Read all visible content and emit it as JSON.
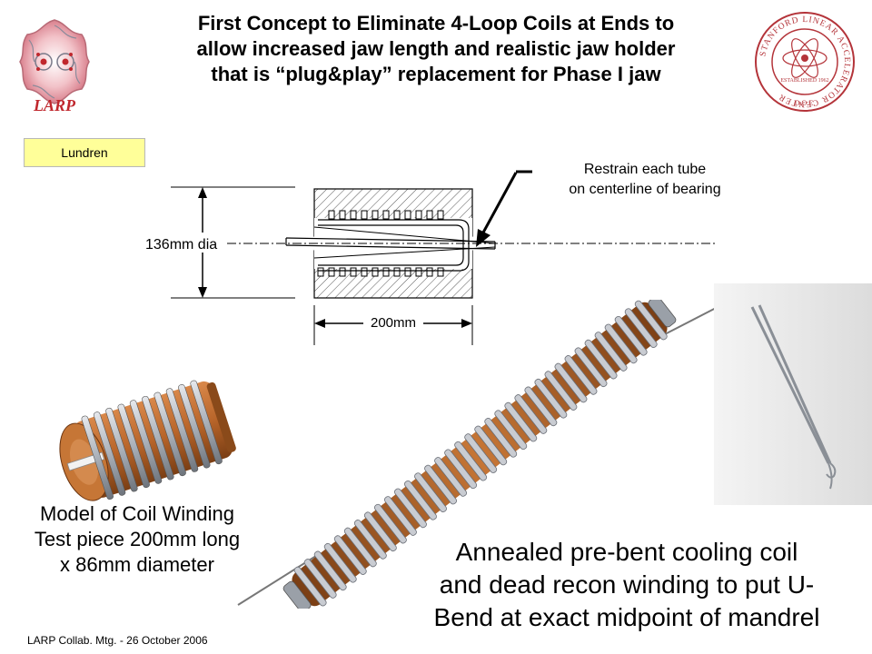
{
  "title": {
    "line1": "First Concept to Eliminate 4-Loop Coils at Ends to",
    "line2": "allow increased jaw length and realistic jaw holder",
    "line3": "that is “plug&play” replacement for Phase I jaw"
  },
  "logo_left": {
    "text": "LARP",
    "icon": "larp-logo"
  },
  "logo_right": {
    "text": "STANFORD LINEAR ACCELERATOR CENTER",
    "established": "ESTABLISHED 1962",
    "doe": "D.O.E.",
    "icon": "slac-seal"
  },
  "author_tag": "Lundren",
  "diagram": {
    "restrain_line1": "Restrain each tube",
    "restrain_line2": "on centerline of bearing",
    "diameter_label": "136mm dia",
    "length_label": "200mm"
  },
  "caption_left": {
    "line1": "Model of Coil Winding",
    "line2": "Test piece 200mm long",
    "line3": "x 86mm diameter"
  },
  "caption_right": {
    "line1": "Annealed pre-bent cooling coil",
    "line2": "and dead recon winding to put U-",
    "line3": "Bend at exact midpoint of mandrel"
  },
  "footer": "LARP Collab. Mtg.  -  26 October 2006",
  "colors": {
    "tag_bg": "#ffff99",
    "copper": "#b8652a",
    "coil_silver": "#b8bcc4",
    "larp_red": "#c0272d"
  }
}
